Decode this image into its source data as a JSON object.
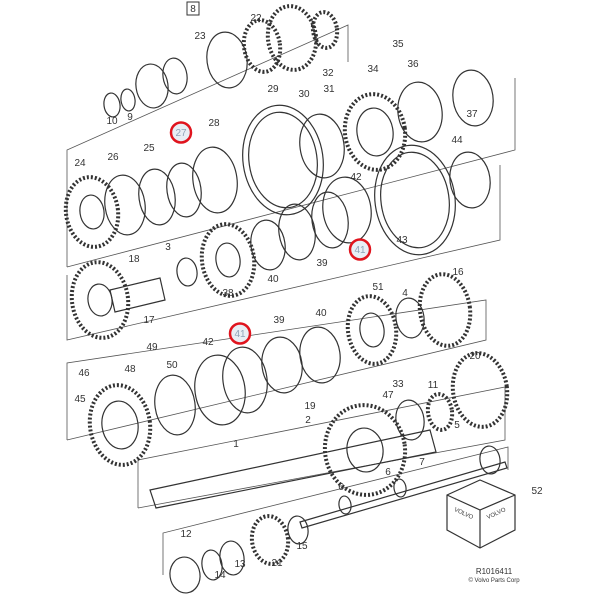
{
  "diagram": {
    "reference_code": "R1016411",
    "copyright": "© Volvo Parts Corp",
    "box_brand_text": "VOLVO",
    "highlight_color": "#e0141e"
  },
  "callouts": [
    {
      "label": "8",
      "boxed": true
    },
    {
      "label": "22"
    },
    {
      "label": "23"
    },
    {
      "label": "10"
    },
    {
      "label": "9"
    },
    {
      "label": "35"
    },
    {
      "label": "34"
    },
    {
      "label": "32"
    },
    {
      "label": "36"
    },
    {
      "label": "31"
    },
    {
      "label": "29"
    },
    {
      "label": "30"
    },
    {
      "label": "37"
    },
    {
      "label": "27",
      "highlighted": true
    },
    {
      "label": "28"
    },
    {
      "label": "25"
    },
    {
      "label": "26"
    },
    {
      "label": "24"
    },
    {
      "label": "44"
    },
    {
      "label": "42"
    },
    {
      "label": "43"
    },
    {
      "label": "41",
      "highlighted": true
    },
    {
      "label": "39"
    },
    {
      "label": "40"
    },
    {
      "label": "3"
    },
    {
      "label": "18"
    },
    {
      "label": "38"
    },
    {
      "label": "16"
    },
    {
      "label": "51"
    },
    {
      "label": "4"
    },
    {
      "label": "17"
    },
    {
      "label": "41",
      "highlighted": true
    },
    {
      "label": "39"
    },
    {
      "label": "40"
    },
    {
      "label": "42"
    },
    {
      "label": "49"
    },
    {
      "label": "46"
    },
    {
      "label": "48"
    },
    {
      "label": "50"
    },
    {
      "label": "45"
    },
    {
      "label": "20"
    },
    {
      "label": "33"
    },
    {
      "label": "11"
    },
    {
      "label": "47"
    },
    {
      "label": "19"
    },
    {
      "label": "2"
    },
    {
      "label": "5"
    },
    {
      "label": "1"
    },
    {
      "label": "7"
    },
    {
      "label": "6"
    },
    {
      "label": "6"
    },
    {
      "label": "52"
    },
    {
      "label": "12"
    },
    {
      "label": "15"
    },
    {
      "label": "13"
    },
    {
      "label": "21"
    },
    {
      "label": "14"
    }
  ]
}
